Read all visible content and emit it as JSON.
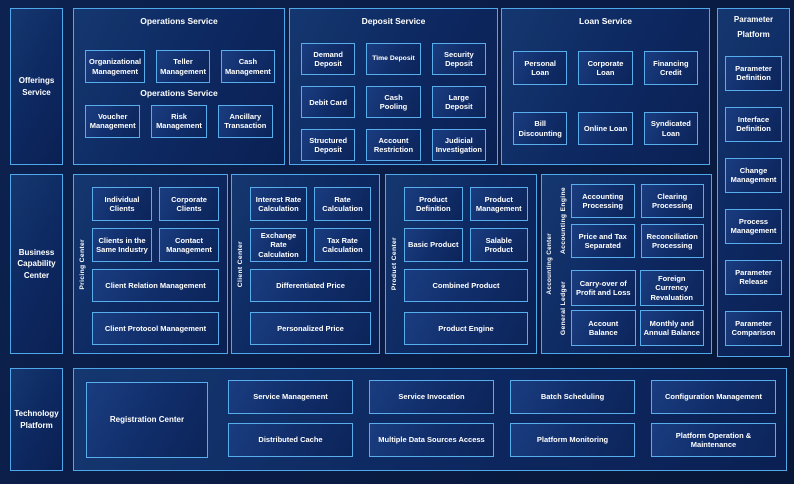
{
  "colors": {
    "background": "#0A1C45",
    "panel_fill": "#0E2A63",
    "box_fill": "#112E6B",
    "border_accent": "#4FA8EA",
    "text": "#FFFFFF"
  },
  "sidebar": {
    "offerings_label": "Offerings Service",
    "business_label": "Business Capability Center",
    "technology_label": "Technology Platform"
  },
  "operations": {
    "title": "Operations Service",
    "subtitle": "Operations Service",
    "row1": [
      "Organizational Management",
      "Teller Management",
      "Cash Management"
    ],
    "row2": [
      "Voucher Management",
      "Risk Management",
      "Ancillary Transaction"
    ]
  },
  "deposit": {
    "title": "Deposit Service",
    "items": [
      "Demand Deposit",
      "Time Deposit",
      "Security Deposit",
      "Debit Card",
      "Cash Pooling",
      "Large Deposit",
      "Structured Deposit",
      "Account Restriction",
      "Judicial Investigation"
    ]
  },
  "loan": {
    "title": "Loan Service",
    "row1": [
      "Personal Loan",
      "Corporate Loan",
      "Financing Credit"
    ],
    "row2": [
      "Bill Discounting",
      "Online Loan",
      "Syndicated Loan"
    ]
  },
  "parameter": {
    "title_line1": "Parameter",
    "title_line2": "Platform",
    "items": [
      "Parameter Definition",
      "Interface Definition",
      "Change Management",
      "Process Management",
      "Parameter Release",
      "Parameter Comparison"
    ]
  },
  "pricing": {
    "label": "Pricing Center",
    "small": [
      "Individual Clients",
      "Corporate Clients",
      "Clients in the Same Industry",
      "Contact Management"
    ],
    "wide": [
      "Client Relation Management",
      "Client Protocol Management"
    ]
  },
  "client": {
    "label": "Client Center",
    "small": [
      "Interest Rate Calculation",
      "Rate Calculation",
      "Exchange Rate Calculation",
      "Tax Rate Calculation"
    ],
    "wide": [
      "Differentiated Price",
      "Personalized Price"
    ]
  },
  "product": {
    "label": "Product Center",
    "small": [
      "Product Definition",
      "Product Management",
      "Basic Product",
      "Salable Product"
    ],
    "wide": [
      "Combined Product",
      "Product Engine"
    ]
  },
  "accounting": {
    "label": "Accounting Center",
    "engine_label": "Accounting Engine",
    "engine_items": [
      "Accounting Processing",
      "Clearing Processing",
      "Price and Tax Separated",
      "Reconciliation Processing"
    ],
    "ledger_label": "General Ledger",
    "ledger_items": [
      "Carry-over of Profit and Loss",
      "Foreign Currency Revaluation",
      "Account Balance",
      "Monthly and Annual Balance"
    ]
  },
  "technology": {
    "registration": "Registration Center",
    "row1": [
      "Service Management",
      "Service Invocation",
      "Batch Scheduling",
      "Configuration Management"
    ],
    "row2": [
      "Distributed Cache",
      "Multiple Data Sources Access",
      "Platform Monitoring",
      "Platform Operation & Maintenance"
    ]
  }
}
